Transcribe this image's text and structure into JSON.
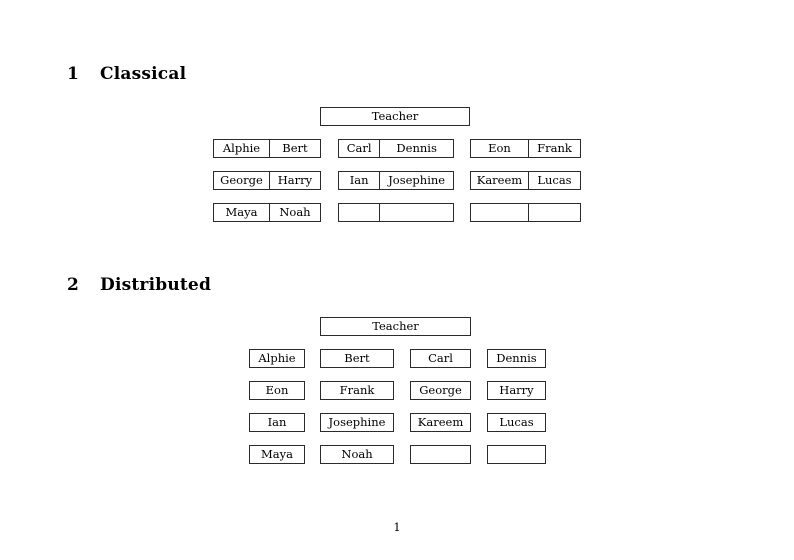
{
  "document": {
    "page_number": "1"
  },
  "sections": [
    {
      "number": "1",
      "title": "Classical",
      "teacher_label": "Teacher",
      "groups": [
        {
          "name": "left-group",
          "rows": [
            {
              "left": "Alphie",
              "right": "Bert"
            },
            {
              "left": "George",
              "right": "Harry"
            },
            {
              "left": "Maya",
              "right": "Noah"
            }
          ]
        },
        {
          "name": "middle-group",
          "rows": [
            {
              "left": "Carl",
              "right": "Dennis"
            },
            {
              "left": "Ian",
              "right": "Josephine"
            },
            {
              "left": "",
              "right": ""
            }
          ]
        },
        {
          "name": "right-group",
          "rows": [
            {
              "left": "Eon",
              "right": "Frank"
            },
            {
              "left": "Kareem",
              "right": "Lucas"
            },
            {
              "left": "",
              "right": ""
            }
          ]
        }
      ]
    },
    {
      "number": "2",
      "title": "Distributed",
      "teacher_label": "Teacher",
      "rows": [
        {
          "c1": "Alphie",
          "c2": "Bert",
          "c3": "Carl",
          "c4": "Dennis"
        },
        {
          "c1": "Eon",
          "c2": "Frank",
          "c3": "George",
          "c4": "Harry"
        },
        {
          "c1": "Ian",
          "c2": "Josephine",
          "c3": "Kareem",
          "c4": "Lucas"
        },
        {
          "c1": "Maya",
          "c2": "Noah",
          "c3": "",
          "c4": ""
        }
      ]
    }
  ],
  "colors": {
    "border": "#2b2b2b",
    "text": "#000000",
    "background": "#ffffff"
  }
}
